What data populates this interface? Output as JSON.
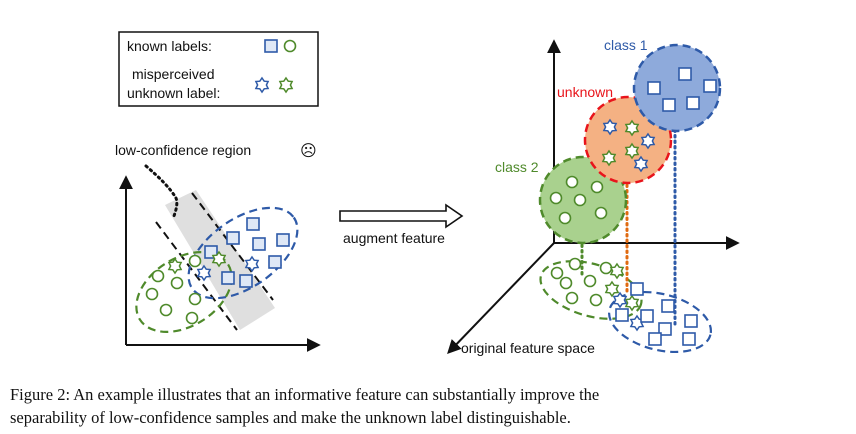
{
  "legend": {
    "known_labels": "known labels:",
    "misperceived_line1": "misperceived",
    "misperceived_line2": "unknown label:"
  },
  "left_panel": {
    "region_label": "low-confidence region",
    "region_emoji": "☹"
  },
  "arrow_label": "augment feature",
  "right_panel": {
    "class1_label": "class 1",
    "unknown_label": "unknown",
    "class2_label": "class 2",
    "axis_label": "original feature space"
  },
  "colors": {
    "blue": "#2e5aa8",
    "blue_fill": "#8eaadb",
    "green": "#4f8a2b",
    "green_fill": "#a9d18e",
    "red": "#e8141b",
    "orange_fill": "#f4b183",
    "gray_region": "#d9d9d9"
  },
  "caption": {
    "line1": "Figure 2:  An example illustrates that an informative feature can substantially improve the",
    "line2": "separability of low-confidence samples and make the unknown label distinguishable."
  }
}
